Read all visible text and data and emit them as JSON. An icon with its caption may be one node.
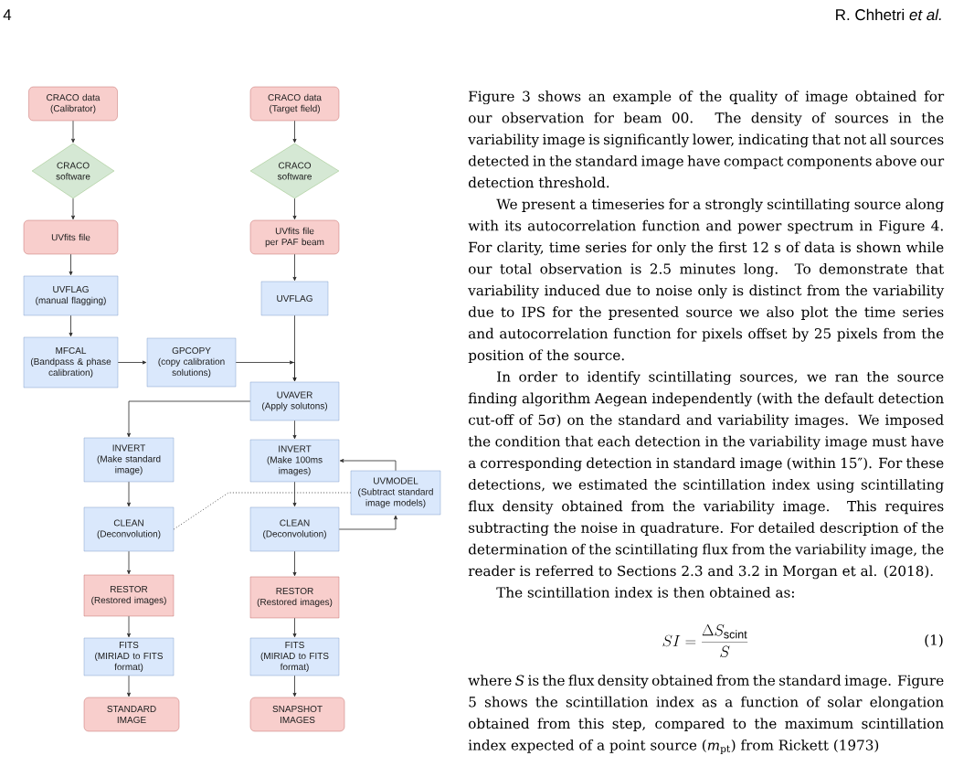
{
  "diagram": {
    "nodes": [
      {
        "text": [
          "CRACO data (Calibrator)"
        ]
      },
      {
        "text": [
          "CRACO data (Target field)"
        ]
      },
      {
        "text": [
          "CRACO software"
        ]
      },
      {
        "text": [
          "CRACO software"
        ]
      },
      {
        "text": [
          "UVfits file"
        ]
      },
      {
        "text": [
          "UVfits file per PAF beam"
        ]
      },
      {
        "text": [
          "UVFLAG (manual flagging)"
        ]
      },
      {
        "text": [
          "UVFLAG"
        ]
      },
      {
        "text": [
          "MFCAL (Bandpass & phase calibration)"
        ]
      },
      {
        "text": [
          "GPCOPY (copy calibration solutions)"
        ]
      },
      {
        "text": [
          "UVAVER (Apply solutons)"
        ]
      },
      {
        "text": [
          "INVERT (Make standard image)"
        ]
      },
      {
        "text": [
          "INVERT (Make 100ms images)"
        ]
      },
      {
        "text": [
          "UVMODEL (Subtract standard image models)"
        ]
      },
      {
        "text": [
          "CLEAN (Deconvolution)"
        ]
      },
      {
        "text": [
          "CLEAN (Deconvolution)"
        ]
      },
      {
        "text": [
          "RESTOR (Restored images)"
        ]
      },
      {
        "text": [
          "RESTOR (Restored images)"
        ]
      },
      {
        "text": [
          "FITS (MIRIAD to FITS format)"
        ]
      },
      {
        "text": [
          "FITS (MIRIAD to FITS format)"
        ]
      },
      {
        "text": [
          "STANDARD IMAGE"
        ]
      },
      {
        "text": [
          "SNAPSHOT IMAGES"
        ]
      }
    ],
    "edges": [
      {
        "from": 0,
        "to": 2,
        "arrow": "to"
      },
      {
        "from": 1,
        "to": 3,
        "arrow": "to"
      },
      {
        "from": 2,
        "to": 4,
        "arrow": "to"
      },
      {
        "from": 3,
        "to": 5,
        "arrow": "to"
      },
      {
        "from": 4,
        "to": 6,
        "arrow": "to"
      },
      {
        "from": 5,
        "to": 7,
        "arrow": "to"
      },
      {
        "from": 6,
        "to": 8,
        "arrow": "to"
      },
      {
        "from": 8,
        "to": 9,
        "arrow": "to"
      },
      {
        "from": 9,
        "to": 10,
        "arrow": "to"
      },
      {
        "from": 7,
        "to": 10,
        "arrow": "to"
      },
      {
        "from": 10,
        "to": 11,
        "arrow": "to"
      },
      {
        "from": 10,
        "to": 12,
        "arrow": "to"
      },
      {
        "from": 11,
        "to": 14,
        "arrow": "to"
      },
      {
        "from": 12,
        "to": 15,
        "arrow": "to"
      },
      {
        "from": 15,
        "to": 13,
        "arrow": "to"
      },
      {
        "from": 13,
        "to": 12,
        "arrow": "to"
      },
      {
        "from": 14,
        "to": 13,
        "arrow": "none",
        "style": "dashed"
      },
      {
        "from": 14,
        "to": 16,
        "arrow": "to"
      },
      {
        "from": 15,
        "to": 17,
        "arrow": "to"
      },
      {
        "from": 16,
        "to": 18,
        "arrow": "to"
      },
      {
        "from": 17,
        "to": 19,
        "arrow": "to"
      },
      {
        "from": 18,
        "to": 20,
        "arrow": "to"
      },
      {
        "from": 19,
        "to": 21,
        "arrow": "to"
      }
    ],
    "labels": [
      "4",
      "R. Chhetri *et al.*",
      "Figure 3 shows an example of the quality of image obtained for our observation for beam 00. The density of sources in the variability image is significantly lower, indicating that not all sources detected in the standard image have compact components above our detection threshold.",
      "We present a timeseries for a strongly scintillating source along with its autocorrelation function and power spectrum in Figure 4. For clarity, time series for only the first 12 s of data is shown while our total observation is 2.5 minutes long. To demonstrate that variability induced due to noise only is distinct from the variability due to IPS for the presented source we also plot the time series and autocorrelation function for pixels offset by 25 pixels from the position of the source.",
      "In order to identify scintillating sources, we ran the source finding algorithm Aegean independently (with the default detection cut-off of 5σ) on the standard and variability images. We imposed the condition that each detection in the variability image must have a corresponding detection in standard image (within 15″). For these detections, we estimated the scintillation index using scintillating flux density obtained from the variability image. This requires subtracting the noise in quadrature. For detailed description of the determination of the scintillating flux from the variability image, the reader is referred to Sections 2.3 and 3.2 in Morgan et al. (2018).",
      "The scintillation index is then obtained as:",
      "SI = \\frac{\\Delta S_{\\mathrm{scint}}}{S}",
      "(1)",
      "where *S* is the flux density obtained from the standard image. Figure 5 shows the scintillation index as a function of solar elongation obtained from this step, compared to the maximum scintillation index expected of a point source (*m*$_{pt}$) from Rickett (1973)"
    ]
  }
}
